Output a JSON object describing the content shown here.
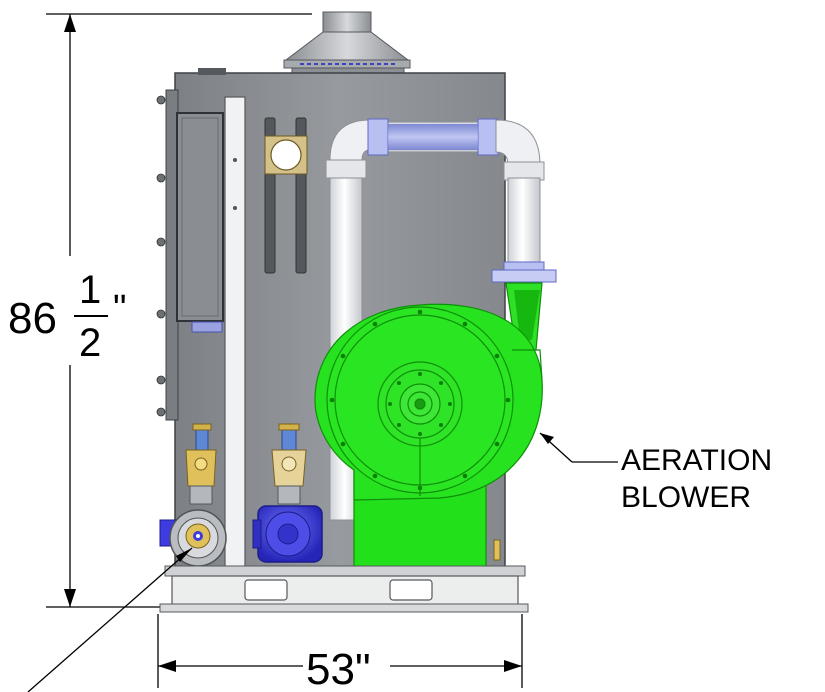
{
  "dimensions": {
    "height_whole": "86",
    "height_frac_num": "1",
    "height_frac_den": "2",
    "height_unit": "\"",
    "width_label": "53\""
  },
  "callouts": {
    "blower_line1": "AERATION",
    "blower_line2": "BLOWER"
  },
  "colors": {
    "cabinet": "#8e9196",
    "cabinet_dark": "#6f7378",
    "pipe": "#f3f4f6",
    "pipe_band": "#8c96d8",
    "blower": "#22e01a",
    "blower_dark": "#12a70c",
    "pump_blue": "#3c3ce0",
    "valve_gold": "#d4b24a",
    "skid": "#d9d9d9"
  }
}
